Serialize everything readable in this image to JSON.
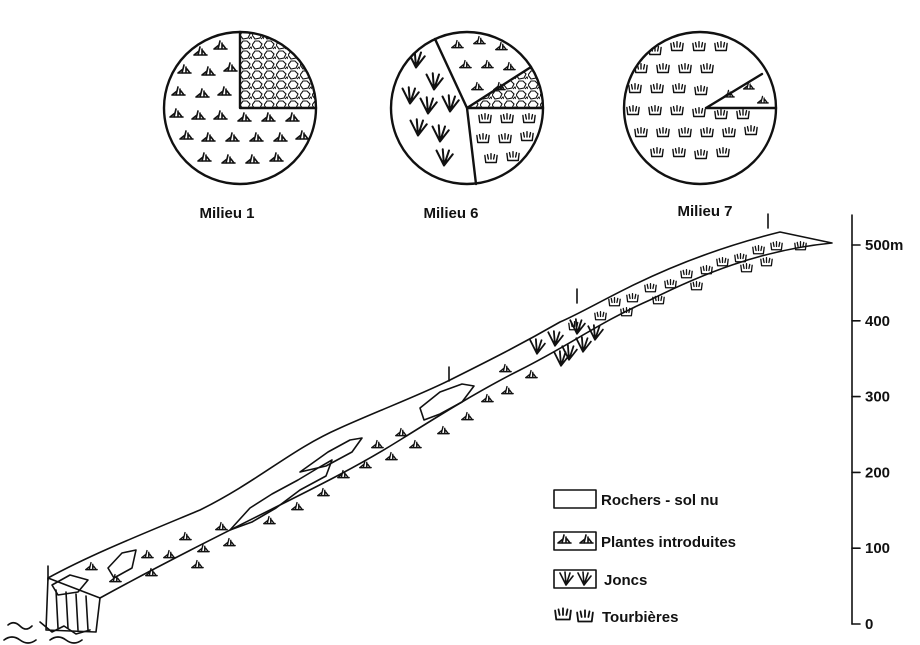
{
  "milieux": [
    {
      "label": "Milieu 1",
      "composition": [
        "Rochers - sol nu",
        "Plantes introduites"
      ]
    },
    {
      "label": "Milieu 6",
      "composition": [
        "Plantes introduites",
        "Rochers - sol nu",
        "Tourbières",
        "Joncs"
      ]
    },
    {
      "label": "Milieu 7",
      "composition": [
        "Plantes introduites",
        "Tourbières"
      ]
    }
  ],
  "altitude_scale": {
    "ticks": [
      "500m",
      "400",
      "300",
      "200",
      "100",
      "0"
    ],
    "values": [
      500,
      400,
      300,
      200,
      100,
      0
    ]
  },
  "legend": {
    "items": [
      {
        "label": "Rochers - sol nu",
        "symbol": "rock-pattern-icon"
      },
      {
        "label": "Plantes introduites",
        "symbol": "grass-tuft-icon"
      },
      {
        "label": "Joncs",
        "symbol": "rush-icon"
      },
      {
        "label": "Tourbières",
        "symbol": "bog-icon"
      }
    ]
  },
  "colors": {
    "ink": "#111111",
    "paper": "#ffffff"
  }
}
